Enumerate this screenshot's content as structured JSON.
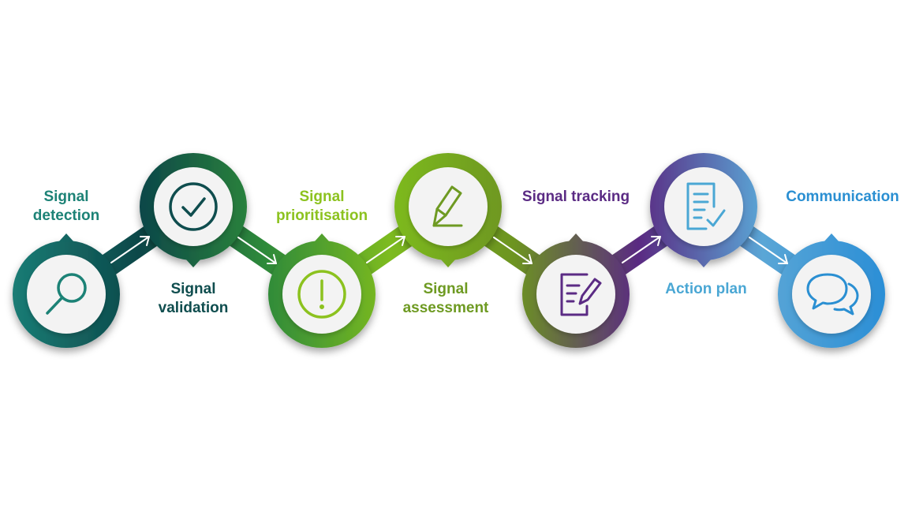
{
  "steps": [
    {
      "id": "detection",
      "line1": "Signal",
      "line2": "detection",
      "icon": "magnifier-icon",
      "color": "#1c8276"
    },
    {
      "id": "validation",
      "line1": "Signal",
      "line2": "validation",
      "icon": "checkmark-circle-icon",
      "color": "#0f4d4e"
    },
    {
      "id": "prioritisation",
      "line1": "Signal",
      "line2": "prioritisation",
      "icon": "exclamation-circle-icon",
      "color": "#8cc21f"
    },
    {
      "id": "assessment",
      "line1": "Signal",
      "line2": "assessment",
      "icon": "pencil-icon",
      "color": "#6e9a22"
    },
    {
      "id": "tracking",
      "line1": "Signal tracking",
      "line2": "",
      "icon": "document-edit-icon",
      "color": "#5b2b84"
    },
    {
      "id": "action-plan",
      "line1": "Action plan",
      "line2": "",
      "icon": "checklist-icon",
      "color": "#4aa7d4"
    },
    {
      "id": "communication",
      "line1": "Communication",
      "line2": "",
      "icon": "chat-bubbles-icon",
      "color": "#2a8fd2"
    }
  ],
  "colors": {
    "arrow": "#ffffff",
    "button_face": "#f3f3f3",
    "ring_gradient": [
      "#1a7b74",
      "#0c4748",
      "#2e8a3a",
      "#7dbb1f",
      "#6d9420",
      "#5a2a82",
      "#5aa6d6",
      "#2a8ed6"
    ]
  }
}
